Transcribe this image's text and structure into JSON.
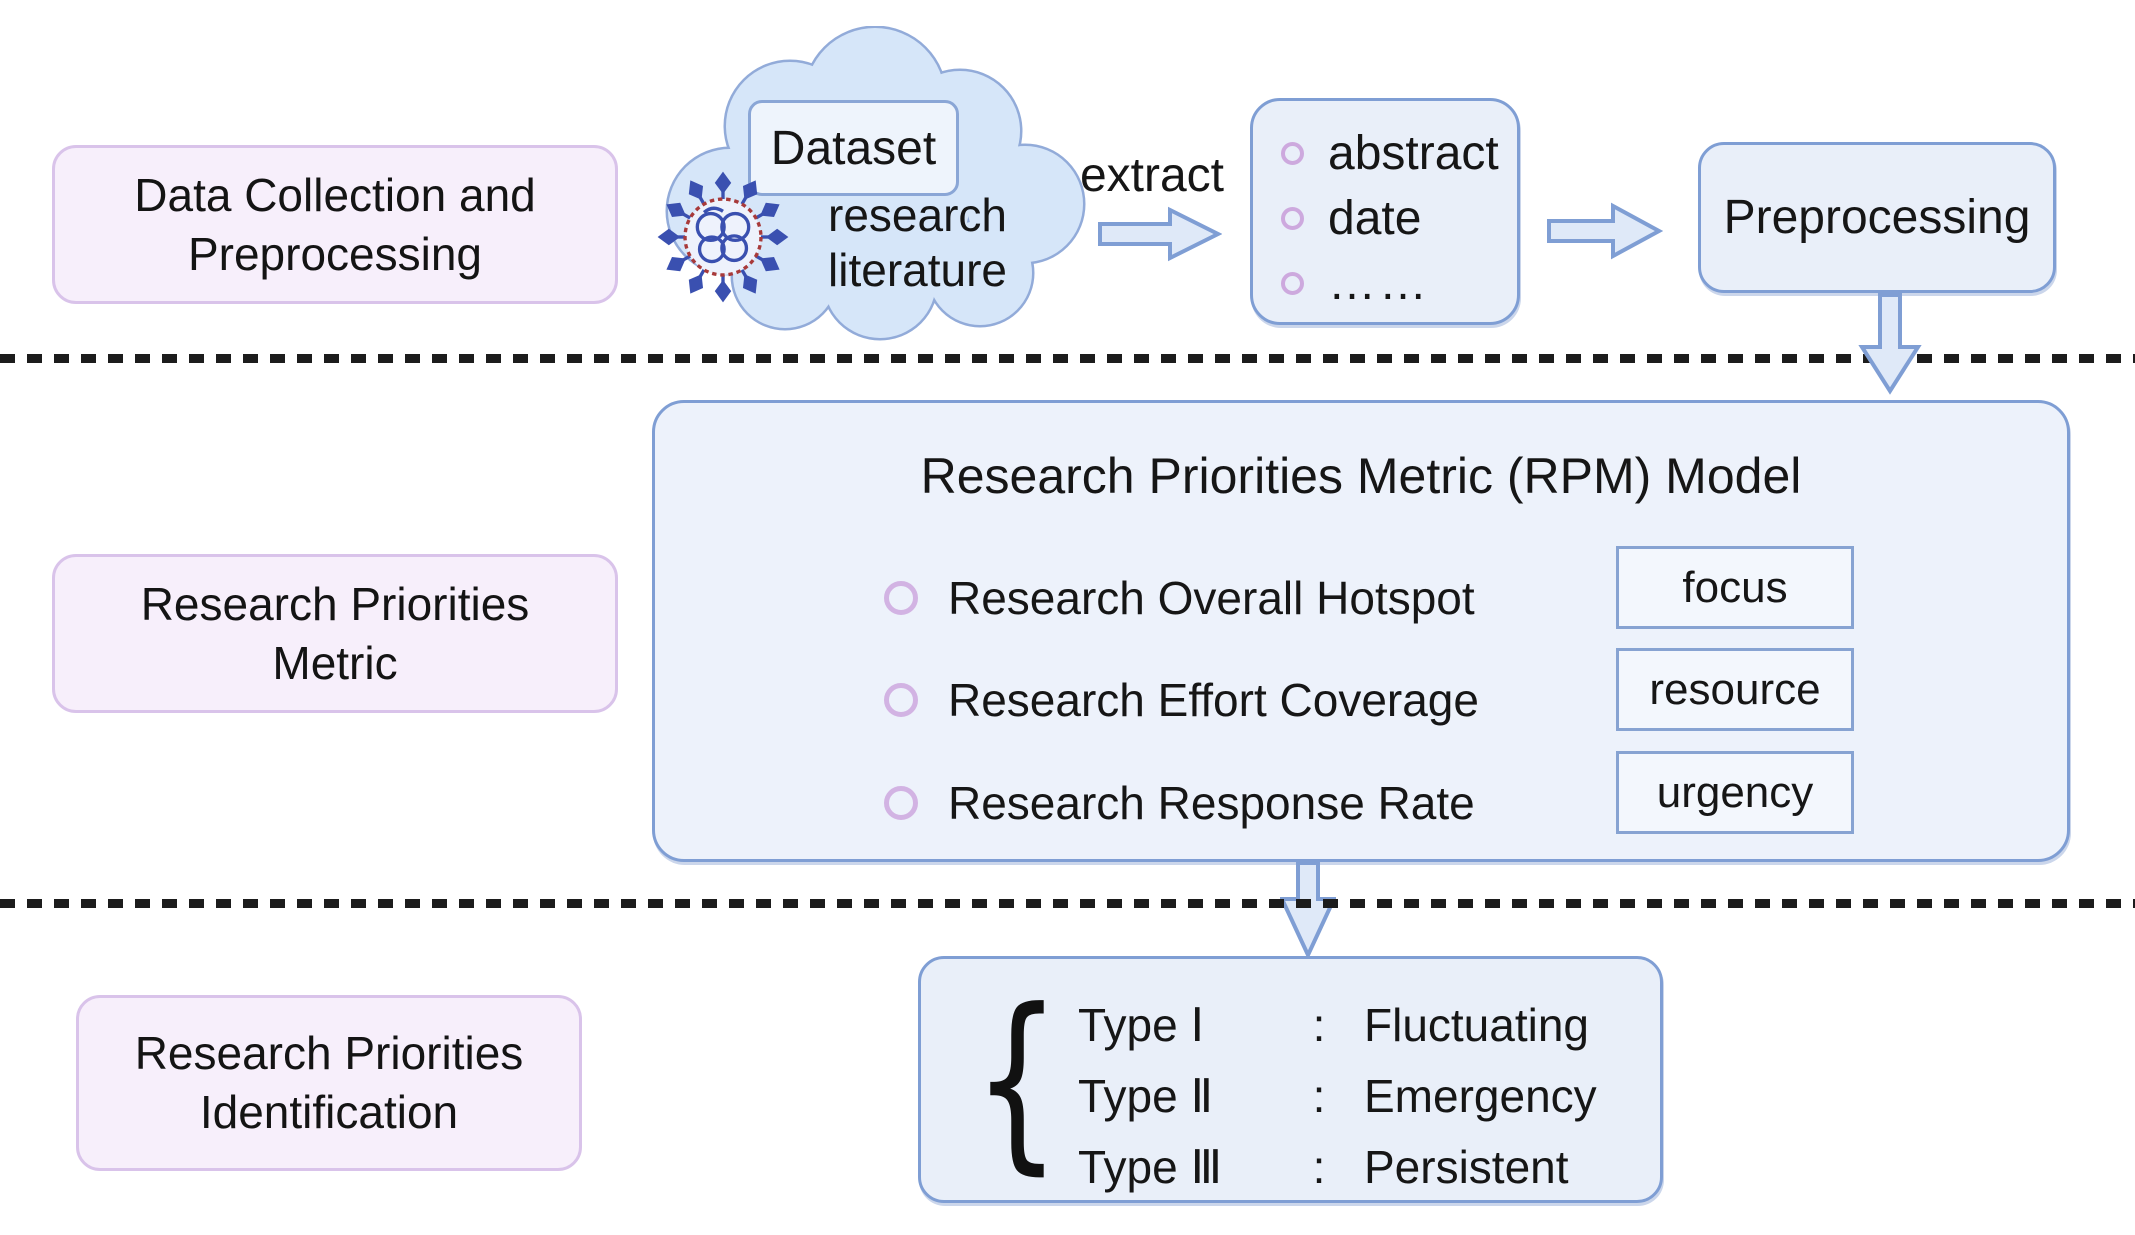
{
  "figure": {
    "stages": [
      {
        "label_lines": [
          "Data Collection and",
          "Preprocessing"
        ]
      },
      {
        "label_lines": [
          "Research Priorities",
          "Metric"
        ]
      },
      {
        "label_lines": [
          "Research Priorities",
          "Identification"
        ]
      }
    ]
  },
  "cloud": {
    "badge": "Dataset",
    "text_lines": [
      "research",
      "literature"
    ]
  },
  "extract_label": "extract",
  "fields_box": {
    "items": [
      "abstract",
      "date",
      "……"
    ]
  },
  "preprocessing_label": "Preprocessing",
  "rpm_model": {
    "title": "Research Priorities Metric (RPM) Model",
    "metrics": [
      {
        "label": "Research Overall Hotspot",
        "tag": "focus"
      },
      {
        "label": "Research Effort Coverage",
        "tag": "resource"
      },
      {
        "label": "Research Response Rate",
        "tag": "urgency"
      }
    ]
  },
  "type_box": {
    "brace": "{",
    "rows": [
      {
        "name": "Type Ⅰ",
        "sep": ":",
        "value": "Fluctuating"
      },
      {
        "name": "Type Ⅱ",
        "sep": ":",
        "value": "Emergency"
      },
      {
        "name": "Type Ⅲ",
        "sep": ":",
        "value": "Persistent"
      }
    ]
  },
  "colors": {
    "stage_fill": "#f7effb",
    "stage_border": "#d9c3ea",
    "blue_fill": "#e9eff9",
    "blue_border": "#7f9ed4",
    "cloud_fill": "#d6e6f9",
    "cloud_border": "#92abd9",
    "arrow_fill": "#dfe9f8",
    "bullet_purple": "#cda9de",
    "virus_blue": "#3a50b0",
    "virus_ring_red": "#a83a3a",
    "dash": "#1c1c1c",
    "text": "#161616"
  }
}
